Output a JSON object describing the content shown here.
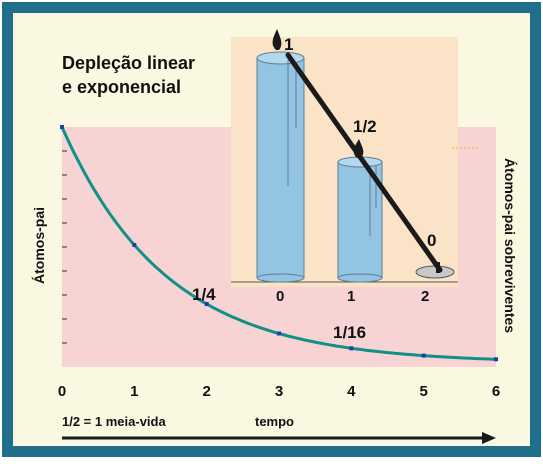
{
  "title_line1": "Depleção linear",
  "title_line2": "e exponencial",
  "y_label_left": "Átomos-pai",
  "y_label_right": "Átomos-pai sobreviventes",
  "x_axis_label": "tempo",
  "half_life_note": "1/2 = 1 meia-vida",
  "curve_labels": [
    "1/4",
    "1/16"
  ],
  "inset": {
    "labels": [
      "1",
      "1/2",
      "0"
    ],
    "ticks": [
      "0",
      "1",
      "2"
    ]
  },
  "colors": {
    "frame": "#1f6e8c",
    "background": "#fbf8e2",
    "plot_area": "#f8d3d3",
    "inset_area": "#fbe3c7",
    "curve": "#0f9088",
    "candle": "#93c4e3",
    "flame": "#1a1a1a"
  },
  "chart_data": {
    "type": "line",
    "title": "Depleção linear e exponencial",
    "xlabel": "tempo",
    "ylabel": "Átomos-pai",
    "y2label": "Átomos-pai sobreviventes",
    "xlim": [
      0,
      6
    ],
    "ylim": [
      0,
      1
    ],
    "x_ticks": [
      "0",
      "1",
      "2",
      "3",
      "4",
      "5",
      "6"
    ],
    "series": [
      {
        "x": [
          0,
          1,
          2,
          3,
          4,
          5,
          6
        ],
        "values": [
          1,
          0.5,
          0.25,
          0.125,
          0.0625,
          0.03125,
          0.015625
        ]
      }
    ],
    "annotations": [
      {
        "x": 2,
        "text": "1/4"
      },
      {
        "x": 4,
        "text": "1/16"
      }
    ]
  }
}
